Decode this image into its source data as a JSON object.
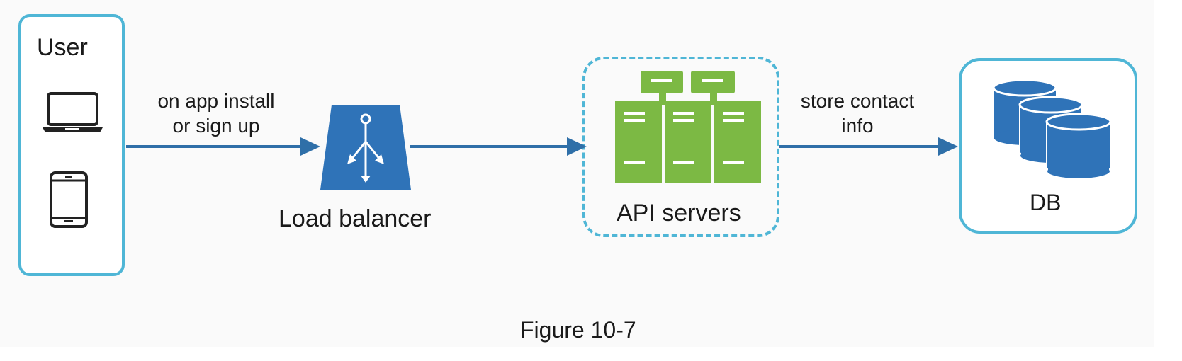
{
  "nodes": {
    "user": {
      "label": "User",
      "icons": [
        "laptop-icon",
        "tablet-icon"
      ]
    },
    "load_balancer": {
      "label": "Load balancer",
      "icon": "load-balancer-icon"
    },
    "api_servers": {
      "label": "API servers",
      "icon": "server-cluster-icon"
    },
    "db": {
      "label": "DB",
      "icon": "database-stack-icon"
    }
  },
  "edges": [
    {
      "from": "user",
      "to": "load_balancer",
      "label_lines": [
        "on app install",
        "or sign up"
      ]
    },
    {
      "from": "load_balancer",
      "to": "api_servers",
      "label_lines": []
    },
    {
      "from": "api_servers",
      "to": "db",
      "label_lines": [
        "store contact",
        "info"
      ]
    }
  ],
  "caption": "Figure 10-7",
  "colors": {
    "border": "#4fb6d6",
    "arrow": "#2f6fa8",
    "lb_icon": "#2f73b8",
    "server_green": "#7cb944",
    "db_blue": "#2f73b8"
  }
}
